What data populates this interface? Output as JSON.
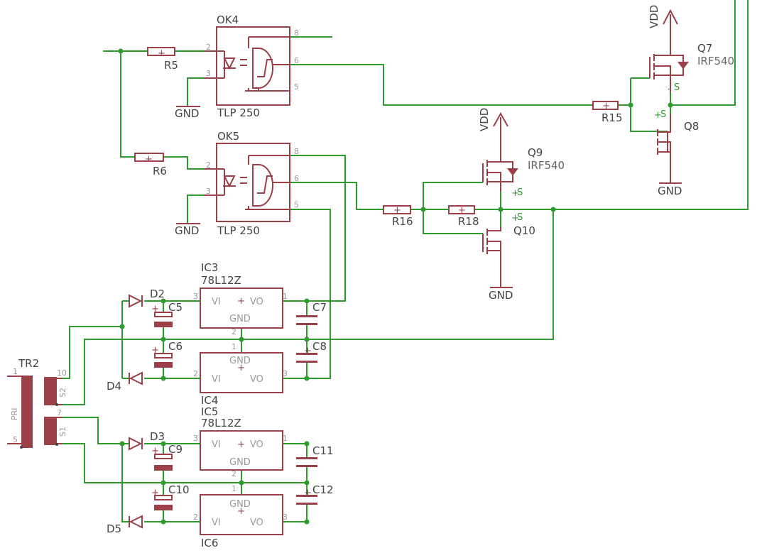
{
  "colors": {
    "wire": "#2e9b2e",
    "symbol": "#9b3f48",
    "label_name": "#444444",
    "label_value": "#666666",
    "pin": "#9a9a9a",
    "junction": "#2e9b2e"
  },
  "parts": {
    "ok4": {
      "name": "OK4",
      "value": "TLP 250"
    },
    "ok5": {
      "name": "OK5",
      "value": "TLP 250"
    },
    "r5": "R5",
    "r6": "R6",
    "r15": "R15",
    "r16": "R16",
    "r18": "R18",
    "q7": {
      "name": "Q7",
      "value": "IRF540"
    },
    "q8": "Q8",
    "q9": {
      "name": "Q9",
      "value": "IRF540"
    },
    "q10": "Q10",
    "ic3": {
      "name": "IC3",
      "value": "78L12Z"
    },
    "ic4": "IC4",
    "ic5": {
      "name": "IC5",
      "value": "78L12Z"
    },
    "ic6": "IC6",
    "c5": "C5",
    "c6": "C6",
    "c7": "C7",
    "c8": "C8",
    "c9": "C9",
    "c10": "C10",
    "c11": "C11",
    "c12": "C12",
    "d2": "D2",
    "d3": "D3",
    "d4": "D4",
    "d5": "D5",
    "tr2": "TR2"
  },
  "nets": {
    "gnd": "GND",
    "vdd": "VDD",
    "s": "S"
  },
  "pins": {
    "ok_in_a": "2",
    "ok_in_k": "3",
    "ok_8": "8",
    "ok_6": "6",
    "ok_5": "5",
    "ic_vi": "VI",
    "ic_vo": "VO",
    "ic_gnd": "GND",
    "ic_pin_in": "3",
    "ic_pin_out": "1",
    "ic_pin_gnd_top": "2",
    "ic_pin_gnd_bot": "1",
    "ic_pin_in_b": "2",
    "ic_pin_out_b": "3",
    "tr_1": "1",
    "tr_5": "5",
    "tr_10": "10",
    "tr_7": "7",
    "tr_pri": "PRI",
    "tr_s2": "S2",
    "tr_s1": "S1",
    "plus": "+",
    "minus": "-"
  }
}
